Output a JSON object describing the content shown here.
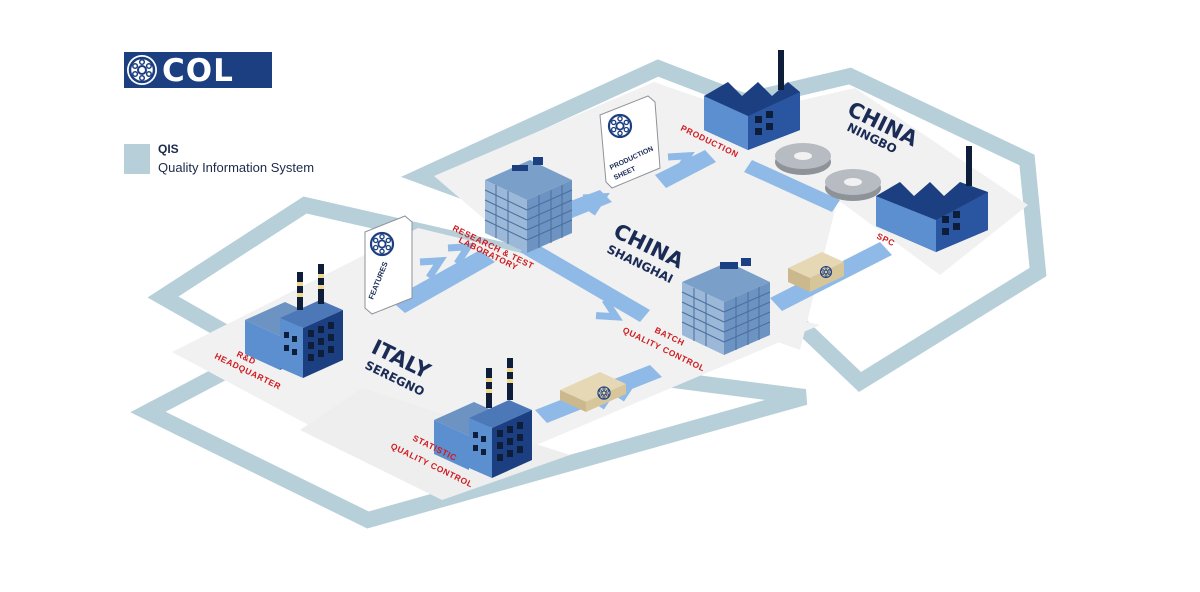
{
  "logo": {
    "text": "COL"
  },
  "legend": {
    "title": "QIS",
    "description": "Quality Information System"
  },
  "locations": {
    "italy": {
      "country": "ITALY",
      "city": "SEREGNO"
    },
    "shanghai": {
      "country": "CHINA",
      "city": "SHANGHAI"
    },
    "ningbo": {
      "country": "CHINA",
      "city": "NINGBO"
    }
  },
  "nodes": {
    "rd_headquarter": [
      "R&D",
      "HEADQUARTER"
    ],
    "statistic_qc": [
      "STATISTIC",
      "QUALITY CONTROL"
    ],
    "research_lab": [
      "RESEARCH & TEST",
      "LABORATORY"
    ],
    "batch_qc": [
      "BATCH",
      "QUALITY CONTROL"
    ],
    "production": "PRODUCTION",
    "spc": "SPC"
  },
  "documents": {
    "features": "FEATURES",
    "production_sheet": [
      "PRODUCTION",
      "SHEET"
    ]
  },
  "colors": {
    "loop": "#b6cfd8",
    "platform": "#f0f0f0",
    "arrow": "#8fb9e6",
    "building_dark": "#1b3f80",
    "building_light": "#5b8fd0",
    "label_red": "#d01a1f",
    "city_navy": "#1a2b55"
  },
  "icons": [
    "bearing-icon",
    "factory-icon",
    "office-building-icon",
    "document-icon",
    "package-icon",
    "gear-disc-icon"
  ]
}
